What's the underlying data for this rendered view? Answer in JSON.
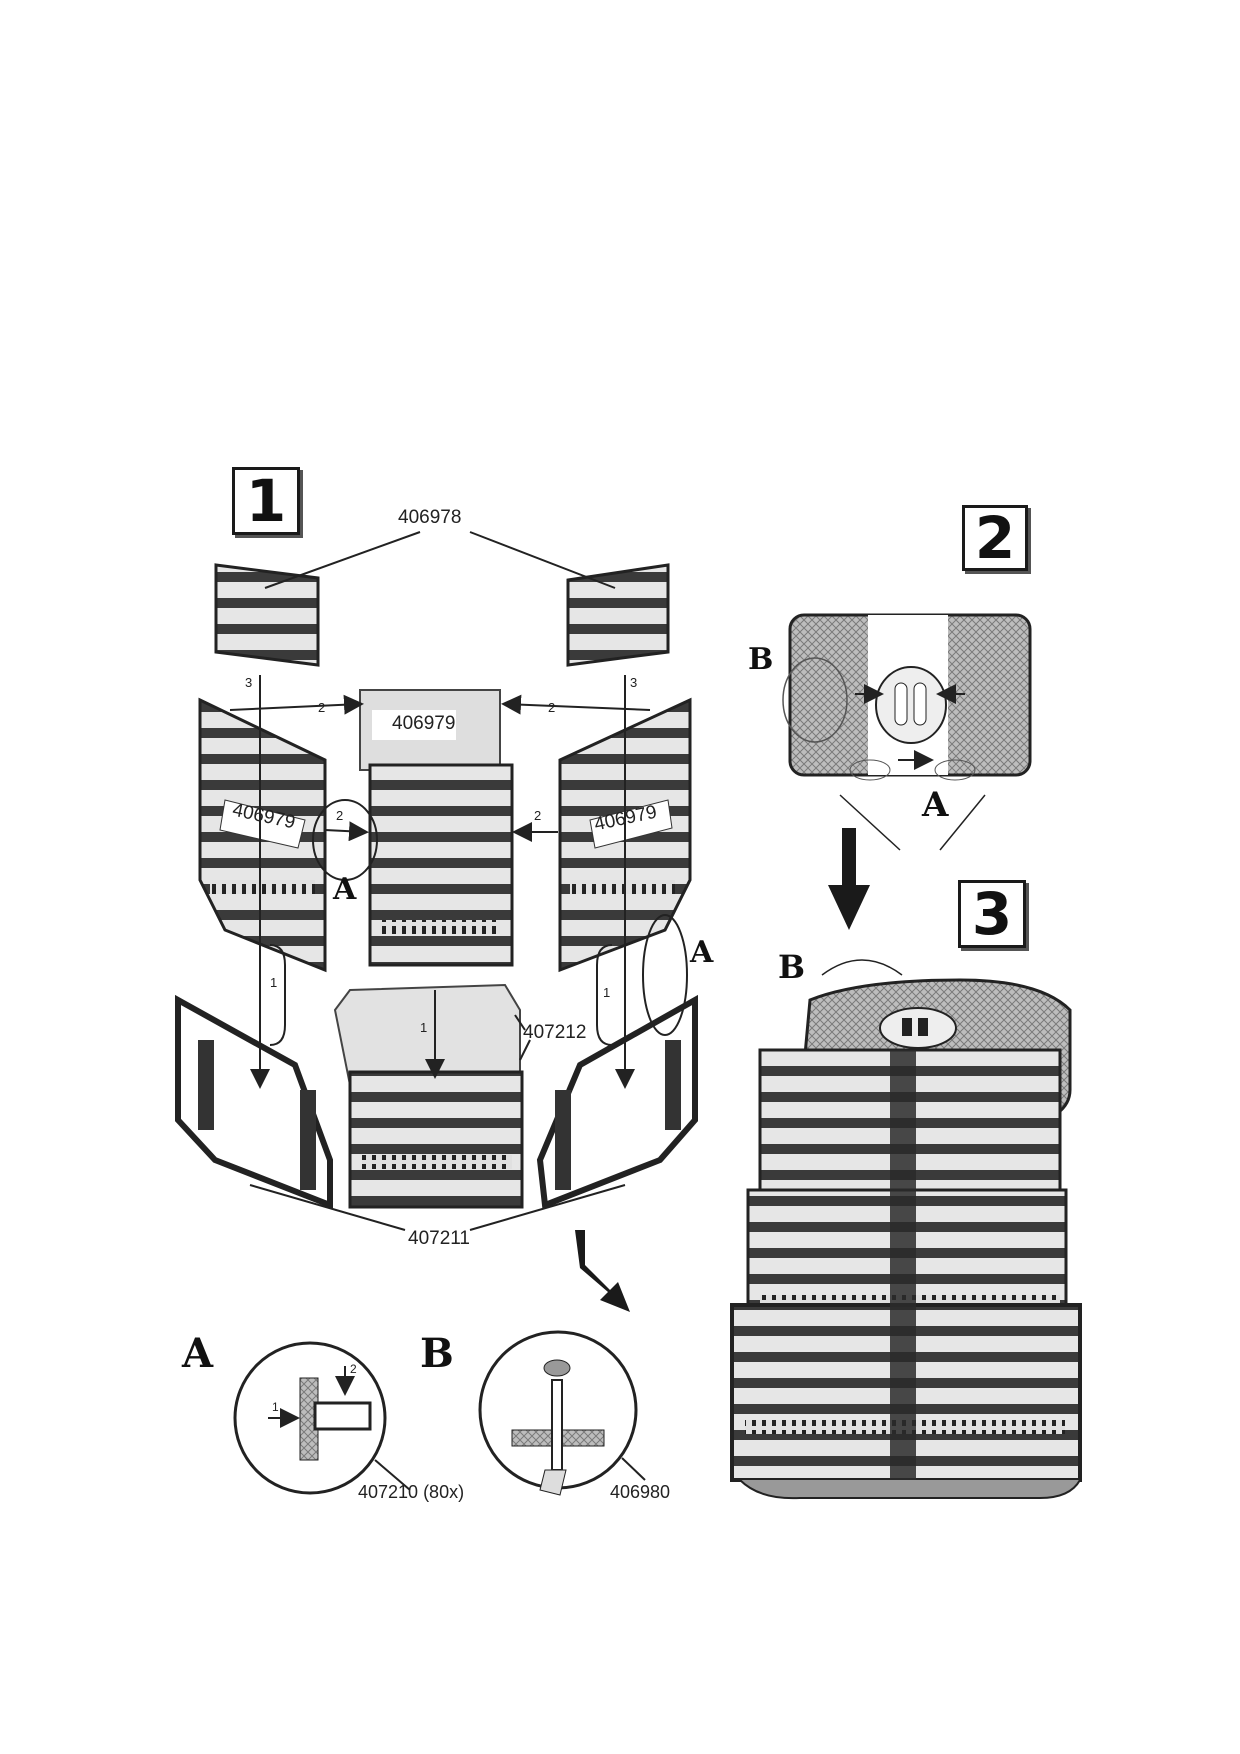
{
  "steps": [
    "1",
    "2",
    "3"
  ],
  "parts": {
    "top_lid": "406978",
    "side_panel": "406979",
    "base_front": "407212",
    "base_frame": "407211",
    "pin": "407210 (80x)",
    "lid_clip": "406980"
  },
  "callouts": {
    "a": "A",
    "b": "B"
  },
  "arrow_numbers": {
    "one": "1",
    "two": "2",
    "three": "3"
  },
  "icons": [
    "down-arrow-icon",
    "corner-arrow-icon",
    "double-arrow-icon"
  ]
}
